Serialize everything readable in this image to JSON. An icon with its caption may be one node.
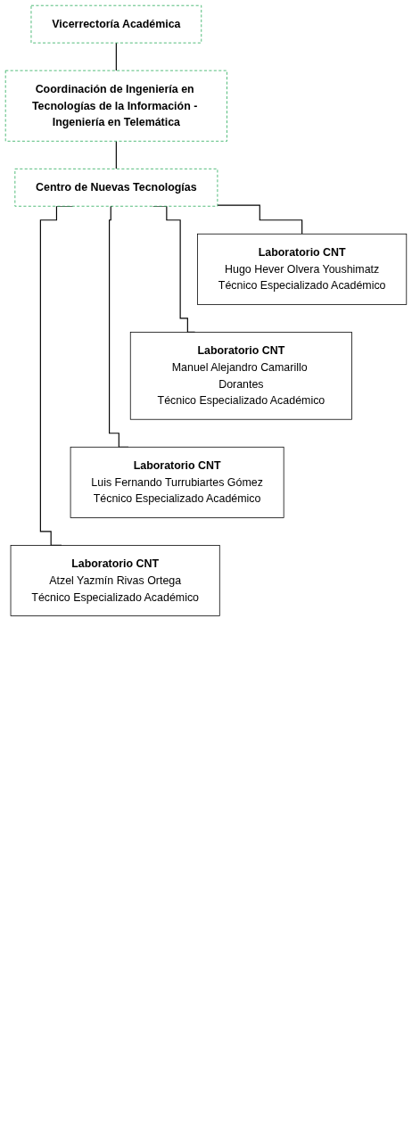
{
  "diagram": {
    "nodes": [
      {
        "text": [
          "Vicerrectoría Académica"
        ]
      },
      {
        "text": [
          "Coordinación de Ingeniería en Tecnologías de la Información - Ingeniería en Telemática"
        ]
      },
      {
        "text": [
          "Centro de Nuevas Tecnologías"
        ]
      },
      {
        "text": [
          "Laboratorio CNT",
          "Hugo Hever Olvera Youshimatz",
          "Técnico Especializado Académico"
        ]
      },
      {
        "text": [
          "Laboratorio CNT",
          "Manuel Alejandro Camarillo Dorantes",
          "Técnico Especializado Académico"
        ]
      },
      {
        "text": [
          "Laboratorio CNT",
          "Luis Fernando Turrubiartes Gómez",
          "Técnico Especializado Académico"
        ]
      },
      {
        "text": [
          "Laboratorio CNT",
          "Atzel Yazmín Rivas Ortega",
          "Técnico Especializado Académico"
        ]
      }
    ],
    "edges": [
      {
        "from": 0,
        "to": 1,
        "arrow": "none"
      },
      {
        "from": 1,
        "to": 2,
        "arrow": "none"
      },
      {
        "from": 2,
        "to": 3,
        "arrow": "none"
      },
      {
        "from": 2,
        "to": 4,
        "arrow": "none"
      },
      {
        "from": 2,
        "to": 5,
        "arrow": "none"
      },
      {
        "from": 2,
        "to": 6,
        "arrow": "none"
      }
    ]
  }
}
